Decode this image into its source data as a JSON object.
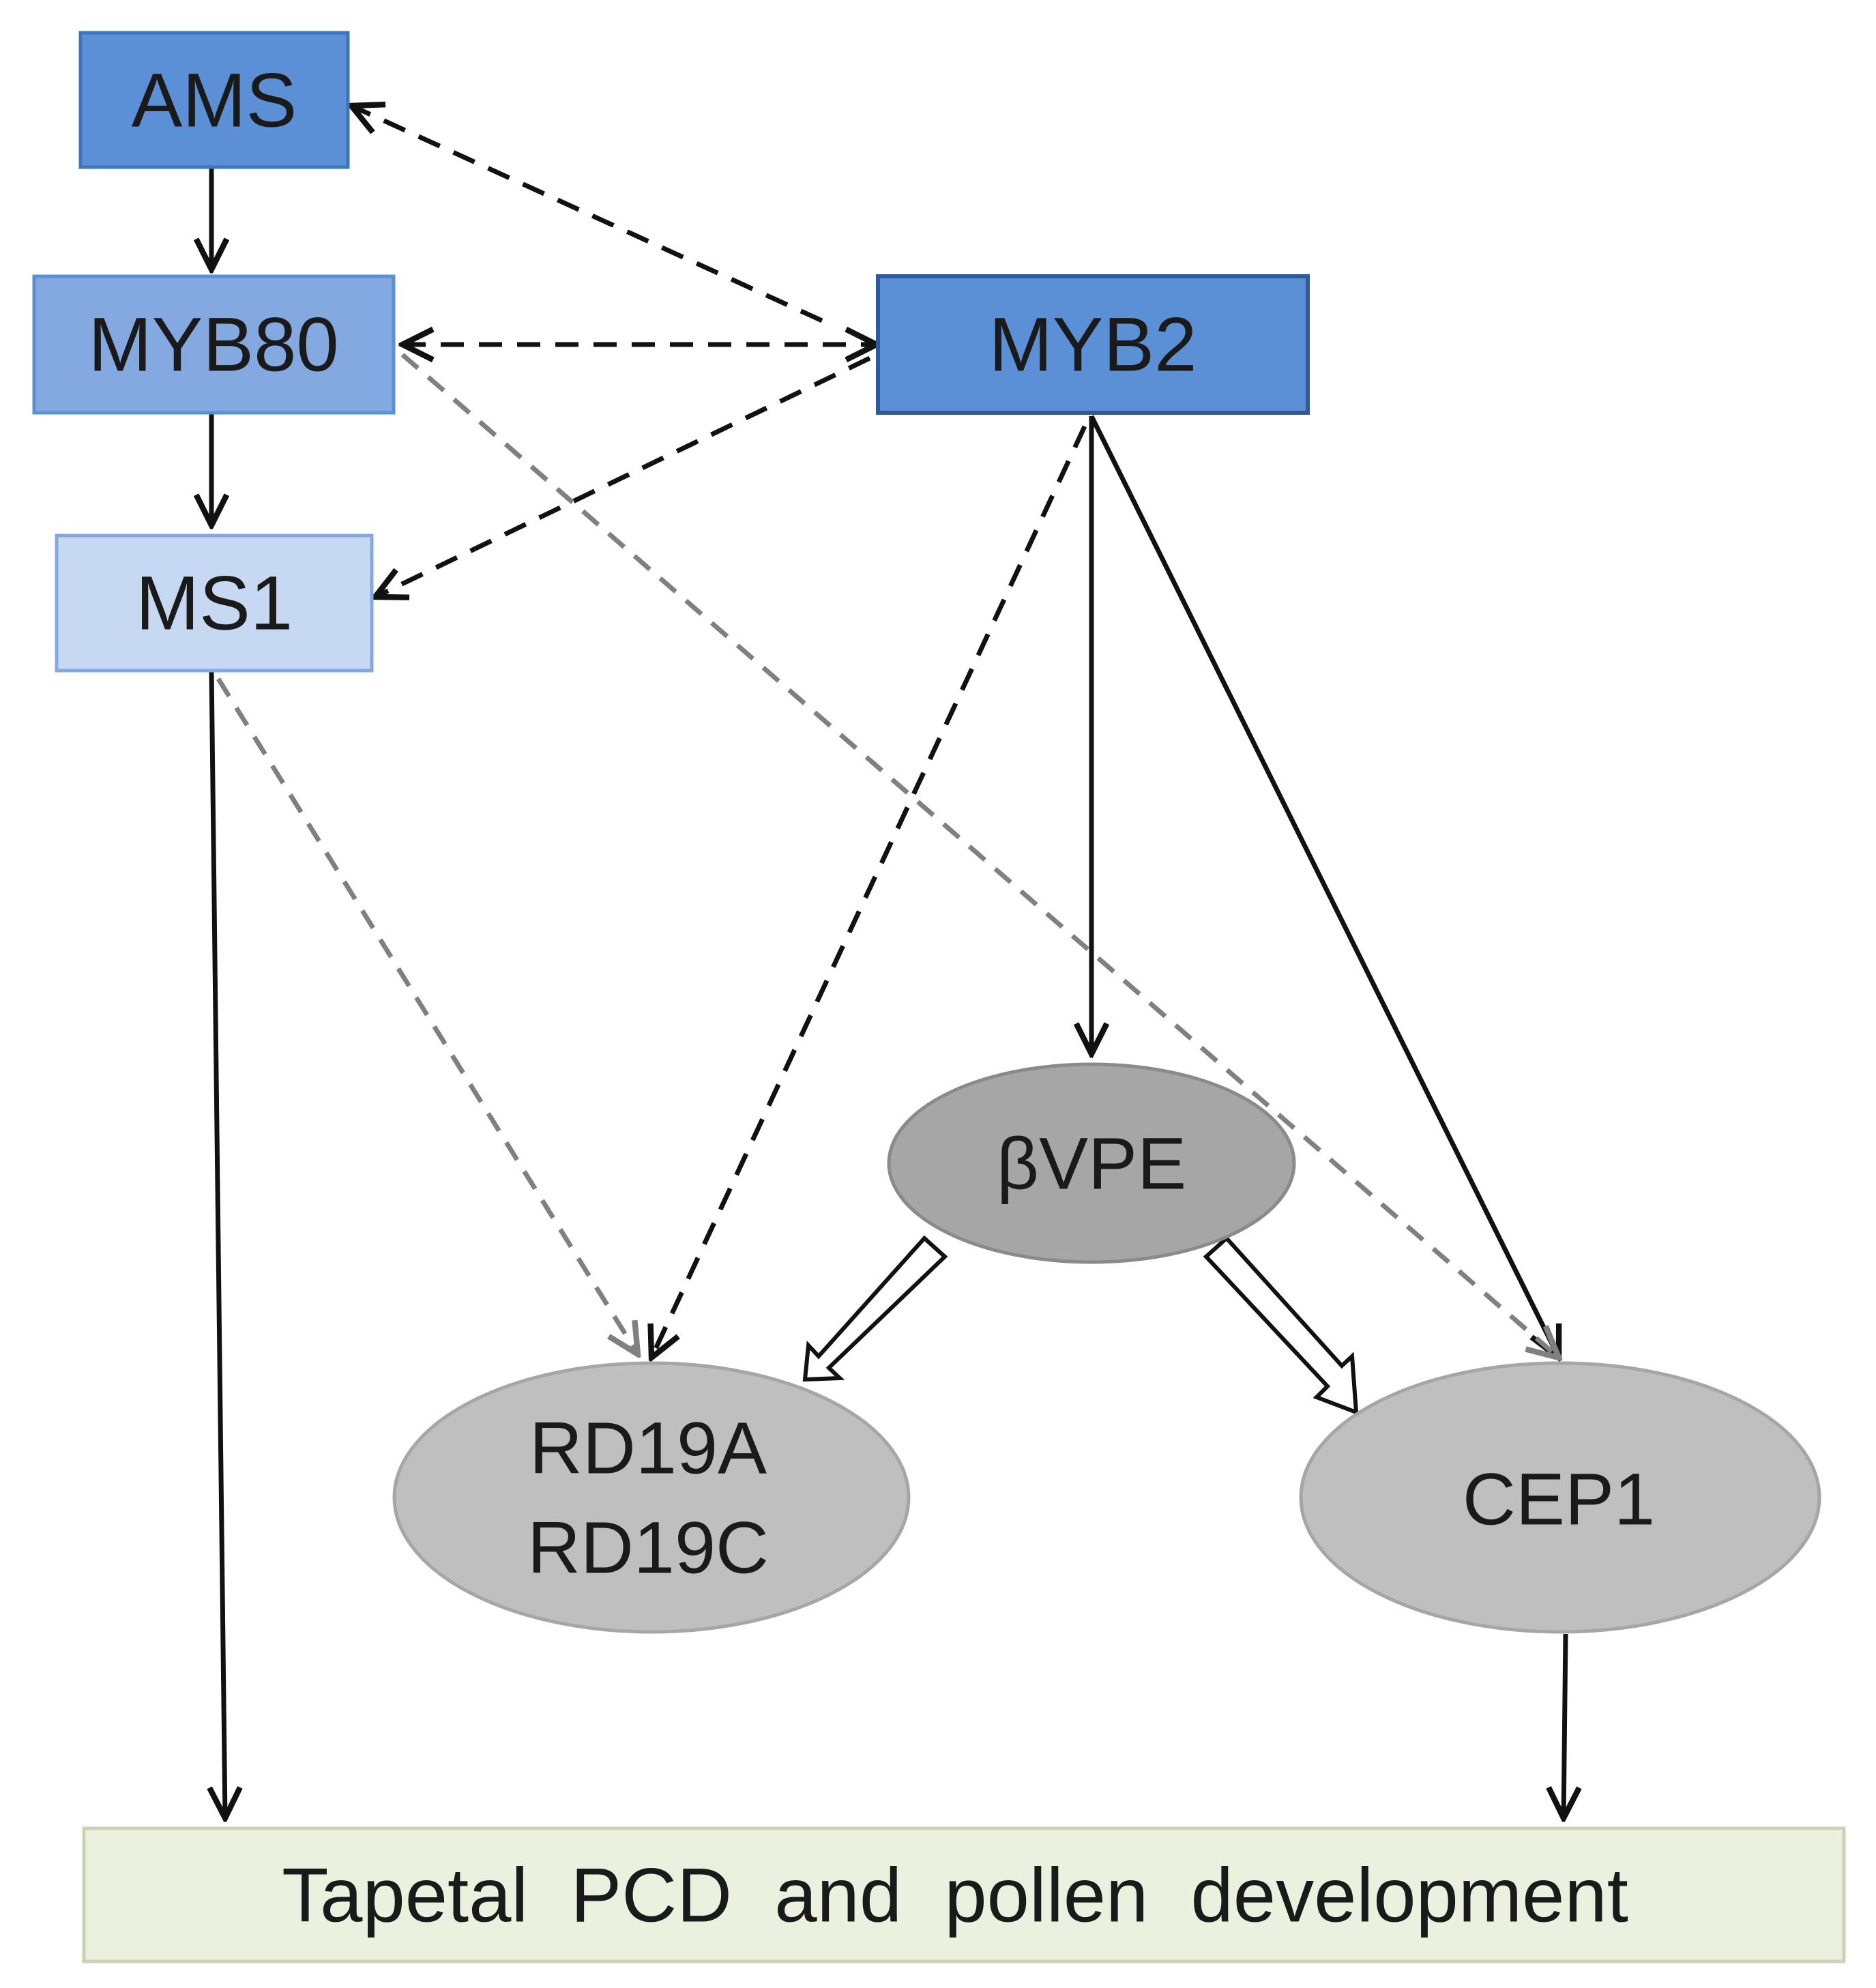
{
  "nodes": {
    "ams": {
      "label": "AMS",
      "fill": "#5B8FD6",
      "stroke": "#3F73BD"
    },
    "myb80": {
      "label": "MYB80",
      "fill": "#83A9E0",
      "stroke": "#5B8FD6"
    },
    "ms1": {
      "label": "MS1",
      "fill": "#C7D9F2",
      "stroke": "#83A9E0"
    },
    "myb2": {
      "label": "MYB2",
      "fill": "#5B8FD6",
      "stroke": "#2F5A99"
    },
    "bvpe": {
      "label": "βVPE",
      "fill": "#A6A6A6",
      "stroke": "#8A8A8A"
    },
    "rd19": {
      "label_line1": "RD19A",
      "label_line2": "RD19C",
      "fill": "#BFBFBF",
      "stroke": "#A6A6A6"
    },
    "cep1": {
      "label": "CEP1",
      "fill": "#BFBFBF",
      "stroke": "#A6A6A6"
    },
    "outcome": {
      "label": "Tapetal  PCD  and  pollen  development",
      "fill": "#EBF0DF",
      "stroke": "#C9D3B4"
    }
  },
  "colors": {
    "solid_edge": "#111111",
    "dashed_dark": "#111111",
    "dashed_grey": "#808080"
  }
}
